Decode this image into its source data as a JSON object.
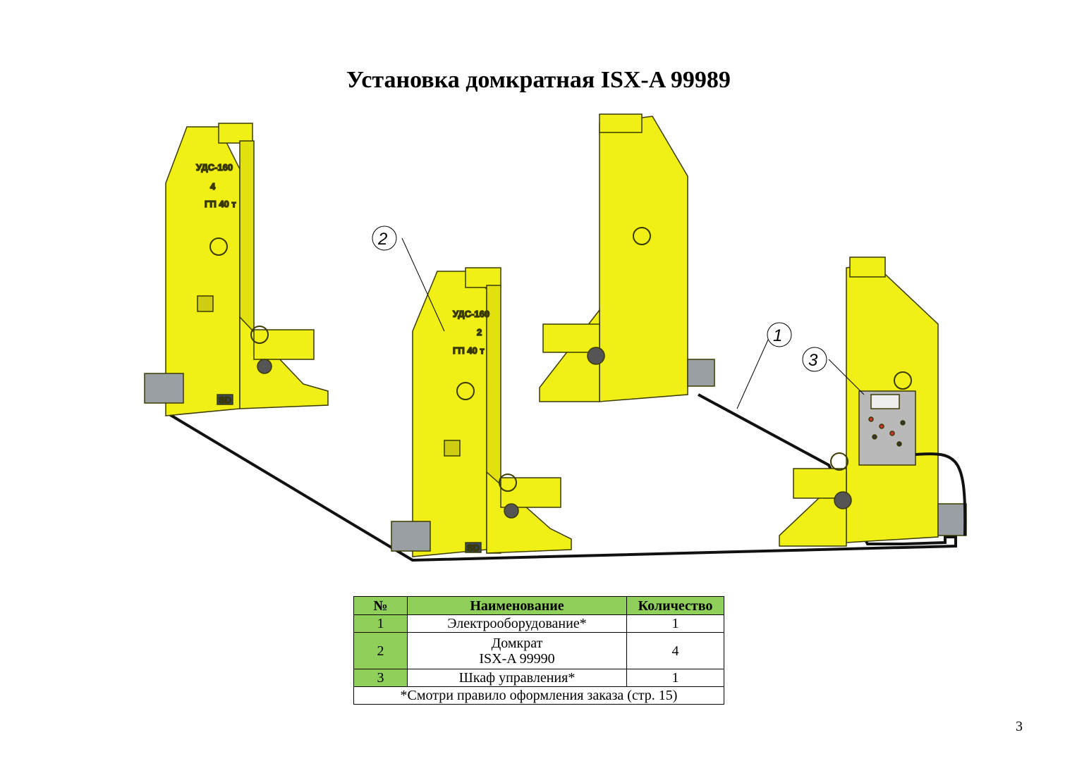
{
  "page": {
    "title": "Установка домкратная ISX-A 99989",
    "number": "3"
  },
  "drawing": {
    "jacks": [
      {
        "model": "УДС-160",
        "index": "4",
        "capacity": "ГП 40 т",
        "mark": "SD"
      },
      {
        "model": "УДС-160",
        "index": "2",
        "capacity": "ГП 40 т",
        "mark": "SD"
      }
    ],
    "callouts": [
      "1",
      "2",
      "3"
    ],
    "colors": {
      "body": "#f1f016",
      "outline": "#3a3a00",
      "cabinet": "#b9b9b9",
      "motor": "#9a9fa4"
    }
  },
  "table": {
    "headers": [
      "№",
      "Наименование",
      "Количество"
    ],
    "rows": [
      {
        "no": "1",
        "name": "Электрооборудование*",
        "qty": "1"
      },
      {
        "no": "2",
        "name_line1": "Домкрат",
        "name_line2": "ISX-A 99990",
        "qty": "4"
      },
      {
        "no": "3",
        "name": "Шкаф управления*",
        "qty": "1"
      }
    ],
    "footnote": "*Смотри правило оформления заказа (стр. 15)",
    "header_color": "#8fd05a"
  }
}
